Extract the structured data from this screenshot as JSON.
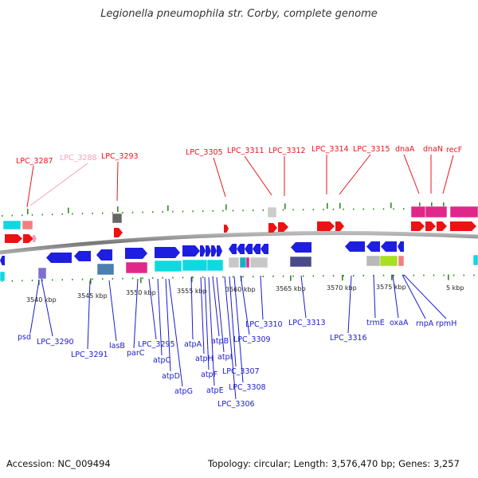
{
  "title": "Legionella pneumophila str. Corby, complete genome",
  "footer": {
    "accession": "Accession: NC_009494",
    "info": "Topology: circular; Length: 3,576,470 bp; Genes: 3,257"
  },
  "colors": {
    "top_label": "#e8141e",
    "top_label_faded": "#f7a0c0",
    "bottom_label": "#1a1ad0",
    "tick_green": "#2e8a1e",
    "backbone": "#888888"
  },
  "scale_labels": [
    "3540 kbp",
    "3545 kbp",
    "3550 kbp",
    "3555 kbp",
    "3560 kbp",
    "3565 kbp",
    "3570 kbp",
    "3575 kbp",
    "5 kbp"
  ],
  "top_labels": [
    {
      "text": "LPC_3287",
      "faded": false
    },
    {
      "text": "LPC_3288",
      "faded": true
    },
    {
      "text": "LPC_3293",
      "faded": false
    },
    {
      "text": "LPC_3305",
      "faded": false
    },
    {
      "text": "LPC_3311",
      "faded": false
    },
    {
      "text": "LPC_3312",
      "faded": false
    },
    {
      "text": "LPC_3314",
      "faded": false
    },
    {
      "text": "LPC_3315",
      "faded": false
    },
    {
      "text": "dnaA",
      "faded": false
    },
    {
      "text": "dnaN",
      "faded": false
    },
    {
      "text": "recF",
      "faded": false
    }
  ],
  "bottom_labels": [
    "psd",
    "LPC_3290",
    "LPC_3291",
    "lasB",
    "parC",
    "LPC_3295",
    "atpC",
    "atpD",
    "atpG",
    "atpA",
    "atpH",
    "atpF",
    "atpE",
    "atpB",
    "atpI",
    "LPC_3307",
    "LPC_3308",
    "LPC_3306",
    "LPC_3309",
    "LPC_3310",
    "LPC_3313",
    "LPC_3316",
    "trmE",
    "oxaA",
    "rnpA",
    "rpmH"
  ]
}
